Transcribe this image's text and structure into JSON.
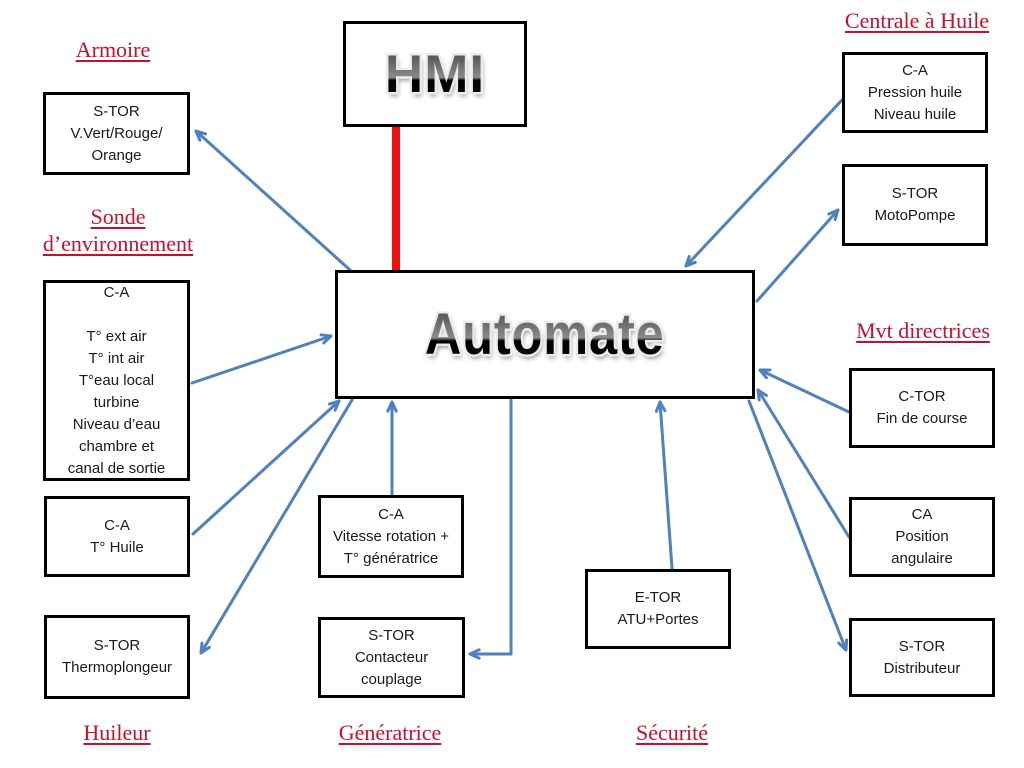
{
  "title_nodes": {
    "hmi": "HMI",
    "automate": "Automate"
  },
  "section_labels": {
    "armoire": "Armoire",
    "sonde": "Sonde\nd’environnement",
    "huileur": "Huileur",
    "generatrice": "Génératrice",
    "securite": "Sécurité",
    "centrale_huile": "Centrale à Huile",
    "mvt_directrices": "Mvt directrices"
  },
  "nodes": {
    "armoire_stor": {
      "text": "S-TOR\nV.Vert/Rouge/\nOrange"
    },
    "sonde_ca": {
      "text": "C-A\n\nT° ext air\nT° int air\nT°eau local\nturbine\nNiveau d’eau\nchambre et\ncanal de sortie"
    },
    "huile_ca": {
      "text": "C-A\nT° Huile"
    },
    "thermoplongeur": {
      "text": "S-TOR\nThermoplongeur"
    },
    "vitesse": {
      "text": "C-A\nVitesse rotation +\nT° génératrice"
    },
    "contacteur": {
      "text": "S-TOR\nContacteur\ncouplage"
    },
    "securite_etor": {
      "text": "E-TOR\nATU+Portes"
    },
    "pression": {
      "text": "C-A\nPression huile\nNiveau huile"
    },
    "motopompe": {
      "text": "S-TOR\nMotoPompe"
    },
    "fin_course": {
      "text": "C-TOR\nFin de course"
    },
    "position_angulaire": {
      "text": "CA\nPosition\nangulaire"
    },
    "distributeur": {
      "text": "S-TOR\nDistributeur"
    }
  },
  "connections": [
    {
      "from": "HMI",
      "to": "Automate",
      "style": "red-link"
    },
    {
      "from": "Automate",
      "to": "S-TOR V.Vert/Rouge/Orange"
    },
    {
      "from": "C-A Sonde d'environnement",
      "to": "Automate"
    },
    {
      "from": "C-A Pression huile Niveau huile",
      "to": "Automate"
    },
    {
      "from": "Automate",
      "to": "S-TOR MotoPompe"
    },
    {
      "from": "C-A T° Huile",
      "to": "Automate"
    },
    {
      "from": "Automate",
      "to": "S-TOR Thermoplongeur"
    },
    {
      "from": "C-A Vitesse rotation + T° génératrice",
      "to": "Automate"
    },
    {
      "from": "Automate",
      "to": "S-TOR Contacteur couplage"
    },
    {
      "from": "E-TOR ATU+Portes",
      "to": "Automate"
    },
    {
      "from": "C-TOR Fin de course",
      "to": "Automate"
    },
    {
      "from": "CA Position angulaire",
      "to": "Automate"
    },
    {
      "from": "Automate",
      "to": "S-TOR Distributeur"
    }
  ],
  "colors": {
    "label_red": "#c8102e",
    "line_red": "#ee1111",
    "arrow_blue": "#4f81bd",
    "box_border": "#000000",
    "box_fill": "#ffffff"
  }
}
